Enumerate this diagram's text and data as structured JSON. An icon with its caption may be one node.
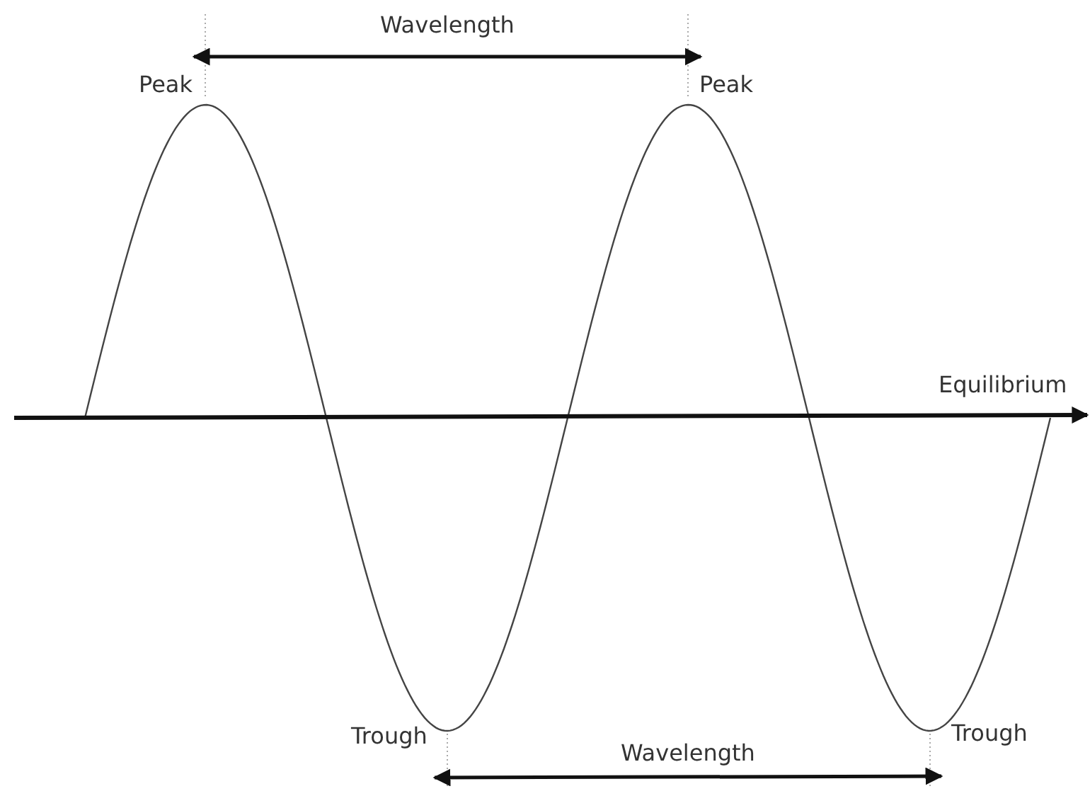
{
  "diagram": {
    "labels": [
      "Wavelength",
      "Peak",
      "Peak",
      "Equilibrium",
      "Trough",
      "Wavelength",
      "Trough"
    ]
  }
}
